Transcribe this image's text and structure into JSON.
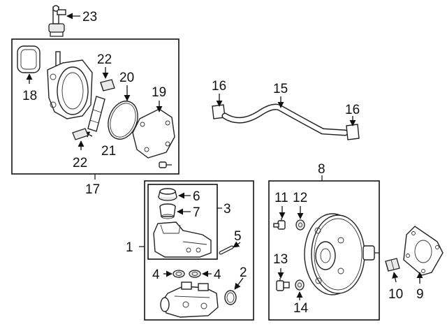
{
  "callouts": [
    "23",
    "22",
    "20",
    "19",
    "18",
    "21",
    "22",
    "17",
    "16",
    "15",
    "16",
    "8",
    "1",
    "3",
    "6",
    "7",
    "5",
    "4",
    "4",
    "2",
    "11",
    "12",
    "13",
    "14",
    "10",
    "9"
  ]
}
